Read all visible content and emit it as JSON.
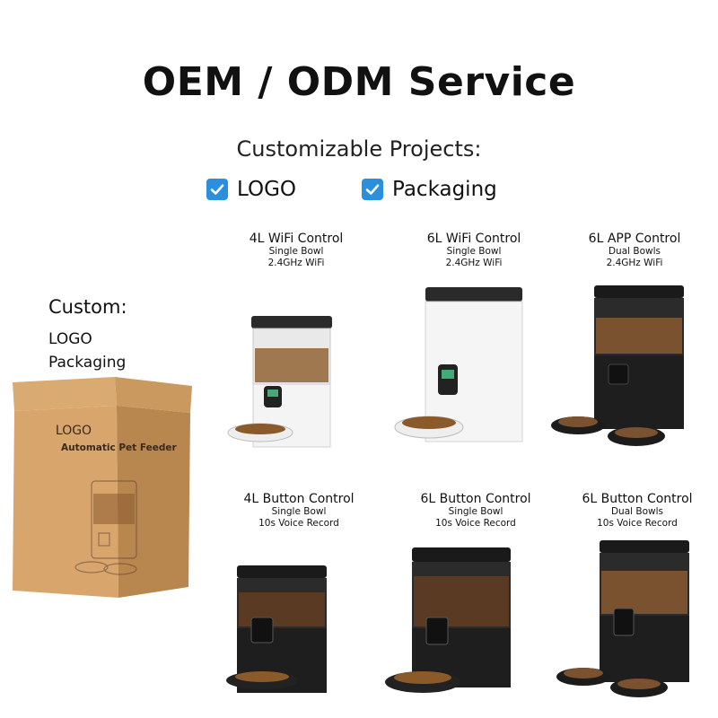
{
  "header": {
    "title": "OEM / ODM Service",
    "subtitle": "Customizable Projects:",
    "options": [
      {
        "label": "LOGO",
        "checked": true
      },
      {
        "label": "Packaging",
        "checked": true
      }
    ],
    "check_color": "#2b8fe0"
  },
  "custom": {
    "title": "Custom:",
    "items": [
      "LOGO",
      "Packaging"
    ],
    "box_logo": "LOGO",
    "box_label": "Automatic Pet Feeder"
  },
  "products": [
    {
      "title": "4L WiFi Control",
      "line1": "Single Bowl",
      "line2": "2.4GHz WiFi",
      "color": "white",
      "icon": "pet-feeder-white-small"
    },
    {
      "title": "6L WiFi Control",
      "line1": "Single Bowl",
      "line2": "2.4GHz WiFi",
      "color": "white",
      "icon": "pet-feeder-white-tall"
    },
    {
      "title": "6L APP Control",
      "line1": "Dual Bowls",
      "line2": "2.4GHz WiFi",
      "color": "black",
      "icon": "pet-feeder-black-dual"
    },
    {
      "title": "4L Button Control",
      "line1": "Single Bowl",
      "line2": "10s Voice Record",
      "color": "black",
      "icon": "pet-feeder-black-small"
    },
    {
      "title": "6L Button Control",
      "line1": "Single Bowl",
      "line2": "10s Voice Record",
      "color": "black",
      "icon": "pet-feeder-black-tall"
    },
    {
      "title": "6L Button Control",
      "line1": "Dual Bowls",
      "line2": "10s Voice Record",
      "color": "black",
      "icon": "pet-feeder-black-dual"
    }
  ]
}
